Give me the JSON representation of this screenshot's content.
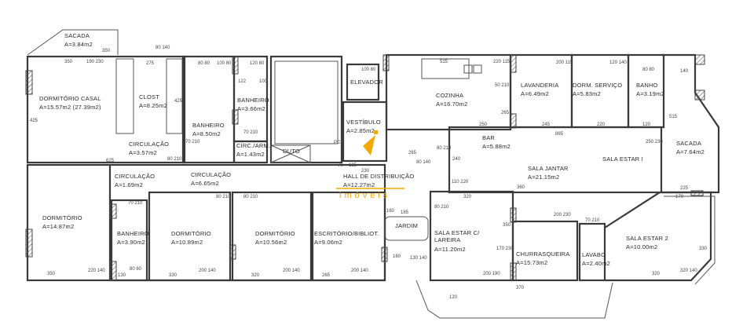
{
  "plan": {
    "rooms": [
      {
        "name": "SACADA",
        "area": "A=3.84m2"
      },
      {
        "name": "DORMITÓRIO CASAL",
        "area": "A=15.57m2 (27.39m2)"
      },
      {
        "name": "CLOST",
        "area": "A=8.25m2"
      },
      {
        "name": "BANHEIRO",
        "area": "A=8.50m2"
      },
      {
        "name": "BANHEIRO",
        "area": "A=3.66m2"
      },
      {
        "name": "CIRCULAÇÃO",
        "area": "A=3.57m2"
      },
      {
        "name": "CIRC./ARM.",
        "area": "A=1.43m2"
      },
      {
        "name": "DUTO",
        "area": ""
      },
      {
        "name": "ELEVADOR",
        "area": ""
      },
      {
        "name": "VESTÍBULO",
        "area": "A=2.85m2"
      },
      {
        "name": "COZINHA",
        "area": "A=16.70m2"
      },
      {
        "name": "LAVANDERIA",
        "area": "A=6.49m2"
      },
      {
        "name": "DORM. SERVIÇO",
        "area": "A=5.83m2"
      },
      {
        "name": "BANHO",
        "area": "A=3.19m2"
      },
      {
        "name": "BAR",
        "area": "A=5.88m2"
      },
      {
        "name": "SALA JANTAR",
        "area": "A=21.15m2"
      },
      {
        "name": "SALA ESTAR I",
        "area": ""
      },
      {
        "name": "SACADA",
        "area": "A=7.64m2"
      },
      {
        "name": "HALL DE DISTRIBUIÇÃO",
        "area": "A=12.27m2"
      },
      {
        "name": "CIRCULAÇÃO",
        "area": "A=1.69m2"
      },
      {
        "name": "CIRCULAÇÃO",
        "area": "A=6.65m2"
      },
      {
        "name": "DORMITÓRIO",
        "area": "A=14.87m2"
      },
      {
        "name": "BANHEIRO",
        "area": "A=3.90m2"
      },
      {
        "name": "DORMITÓRIO",
        "area": "A=10.89m2"
      },
      {
        "name": "DORMITÓRIO",
        "area": "A=10.56m2"
      },
      {
        "name": "ESCRITÓRIO/BIBLIOT.",
        "area": "A=9.06m2"
      },
      {
        "name": "JARDIM",
        "area": ""
      },
      {
        "name": "SALA ESTAR C/ LAREIRA",
        "area": "A=11.20m2"
      },
      {
        "name": "CHURRASQUEIRA",
        "area": "A=15.73m2"
      },
      {
        "name": "LAVABO",
        "area": "A=2.40m2"
      },
      {
        "name": "SALA ESTAR 2",
        "area": "A=10.00m2"
      }
    ],
    "dimensions": [
      "350",
      "350",
      "190 230",
      "80 140",
      "275",
      "425",
      "80 80",
      "100 80",
      "120 80",
      "122",
      "100",
      "70 210",
      "70 210",
      "625",
      "80 210",
      "PCF",
      "70",
      "185",
      "230",
      "100 80",
      "515",
      "220 115",
      "200 115",
      "120 140",
      "80 80",
      "140",
      "50 210",
      "265",
      "250",
      "245",
      "220",
      "120",
      "865",
      "265",
      "80 210",
      "80 140",
      "240",
      "250 230",
      "225",
      "110 220",
      "320",
      "360",
      "80 210",
      "70 210",
      "80 210",
      "80 210",
      "350",
      "220 140",
      "130",
      "80 60",
      "330",
      "200 140",
      "320",
      "200 140",
      "265",
      "200 140",
      "160",
      "185",
      "160",
      "130 140",
      "350",
      "170 230",
      "200 190",
      "370",
      "200 230",
      "70 210",
      "170",
      "320",
      "320 140",
      "330",
      "120",
      "425",
      "515"
    ],
    "watermark": {
      "text": "imóveis",
      "color": "#f2a900"
    }
  }
}
